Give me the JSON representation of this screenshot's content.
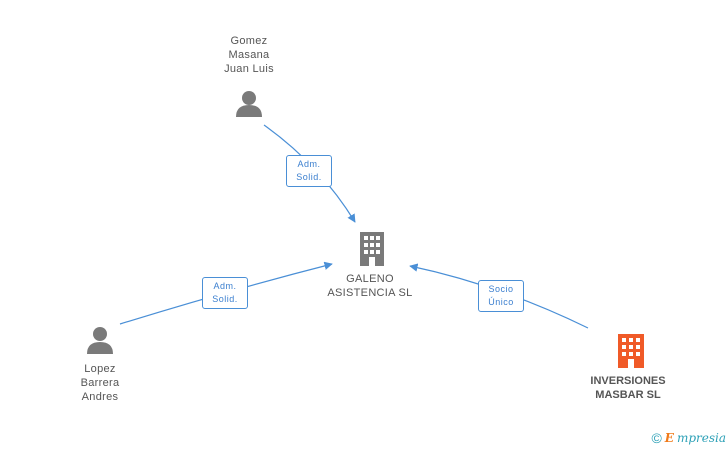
{
  "nodes": {
    "gomez": {
      "lines": [
        "Gomez",
        "Masana",
        "Juan Luis"
      ],
      "kind": "person"
    },
    "lopez": {
      "lines": [
        "Lopez",
        "Barrera",
        "Andres"
      ],
      "kind": "person"
    },
    "galeno": {
      "lines": [
        "GALENO",
        "ASISTENCIA SL"
      ],
      "kind": "company"
    },
    "inversiones": {
      "lines": [
        "INVERSIONES",
        "MASBAR SL"
      ],
      "kind": "company-highlight"
    }
  },
  "edges": {
    "gomez_galeno": {
      "lines": [
        "Adm.",
        "Solid."
      ]
    },
    "lopez_galeno": {
      "lines": [
        "Adm.",
        "Solid."
      ]
    },
    "inversiones_galeno": {
      "lines": [
        "Socio",
        "Único"
      ]
    }
  },
  "colors": {
    "edge": "#4a8fd6",
    "person_icon": "#7a7a7a",
    "company_icon": "#7a7a7a",
    "highlight_icon": "#f05a28",
    "watermark": "#2ea1b7"
  },
  "watermark": {
    "copyright": "©",
    "brand_initial": "E",
    "brand_rest": "mpresia"
  }
}
